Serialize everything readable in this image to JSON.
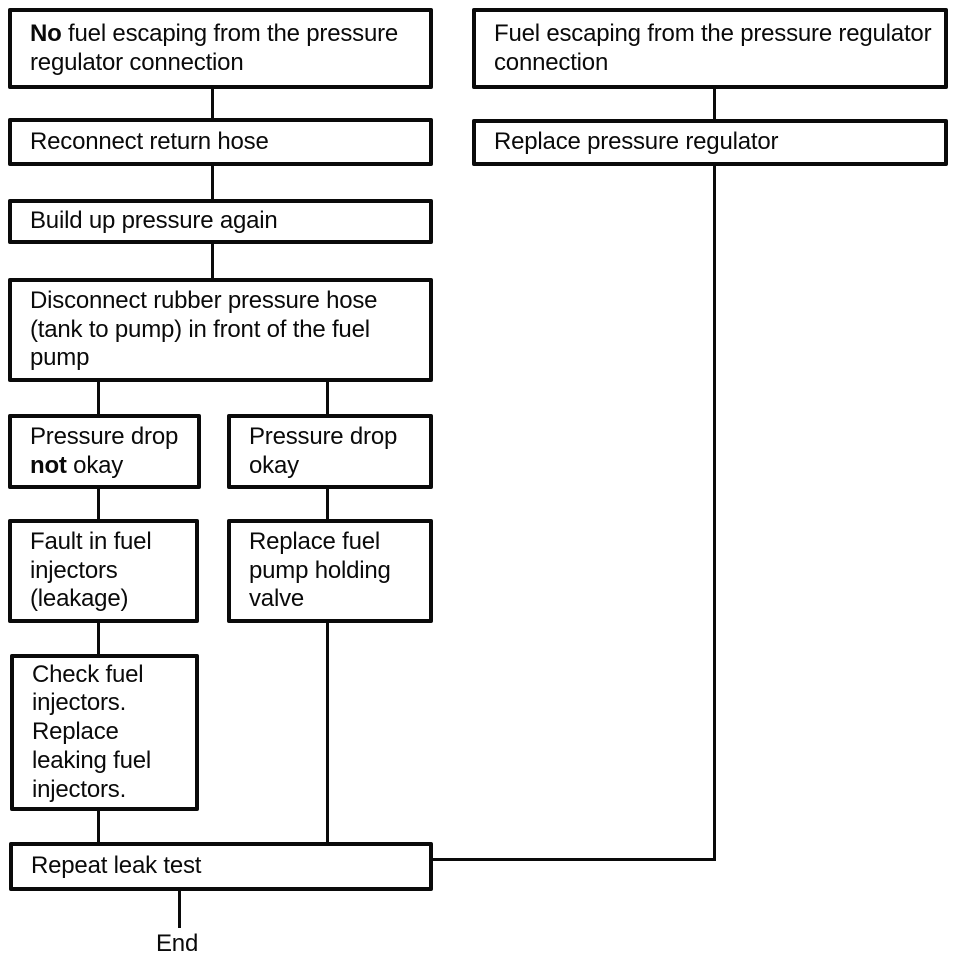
{
  "diagram": {
    "type": "flowchart",
    "topic": "Fuel pressure regulator leak test troubleshooting",
    "colors": {
      "ink": "#0a0a0a",
      "background": "#ffffff"
    },
    "nodes": {
      "no_fuel_escaping": {
        "bold": "No",
        "rest": " fuel escaping from the pressure regulator connection"
      },
      "reconnect_return_hose": {
        "label": "Reconnect return hose"
      },
      "build_up_pressure": {
        "label": "Build up pressure again"
      },
      "disconnect_pressure_hose": {
        "label": "Disconnect rubber pressure hose (tank to pump) in front of the fuel pump"
      },
      "pressure_drop_not_okay": {
        "pre": "Pressure drop ",
        "bold": "not",
        "post": " okay"
      },
      "pressure_drop_okay": {
        "label": "Pressure drop okay"
      },
      "fault_in_fuel_injectors": {
        "label": "Fault in fuel injectors (leakage)"
      },
      "replace_fuel_pump_holding_valve": {
        "label": "Replace fuel pump holding valve"
      },
      "check_fuel_injectors": {
        "label": "Check fuel injectors. Replace leaking fuel injectors."
      },
      "repeat_leak_test": {
        "label": "Repeat leak test"
      },
      "end": {
        "label": "End"
      },
      "fuel_escaping": {
        "label": "Fuel escaping from the pressure regulator connection"
      },
      "replace_pressure_regulator": {
        "label": "Replace pressure regulator"
      }
    },
    "edges": [
      {
        "from": "no_fuel_escaping",
        "to": "reconnect_return_hose"
      },
      {
        "from": "reconnect_return_hose",
        "to": "build_up_pressure"
      },
      {
        "from": "build_up_pressure",
        "to": "disconnect_pressure_hose"
      },
      {
        "from": "disconnect_pressure_hose",
        "to": "pressure_drop_not_okay"
      },
      {
        "from": "disconnect_pressure_hose",
        "to": "pressure_drop_okay"
      },
      {
        "from": "pressure_drop_not_okay",
        "to": "fault_in_fuel_injectors"
      },
      {
        "from": "pressure_drop_okay",
        "to": "replace_fuel_pump_holding_valve"
      },
      {
        "from": "fault_in_fuel_injectors",
        "to": "check_fuel_injectors"
      },
      {
        "from": "check_fuel_injectors",
        "to": "repeat_leak_test"
      },
      {
        "from": "replace_fuel_pump_holding_valve",
        "to": "repeat_leak_test"
      },
      {
        "from": "fuel_escaping",
        "to": "replace_pressure_regulator"
      },
      {
        "from": "replace_pressure_regulator",
        "to": "repeat_leak_test"
      },
      {
        "from": "repeat_leak_test",
        "to": "end"
      }
    ]
  }
}
